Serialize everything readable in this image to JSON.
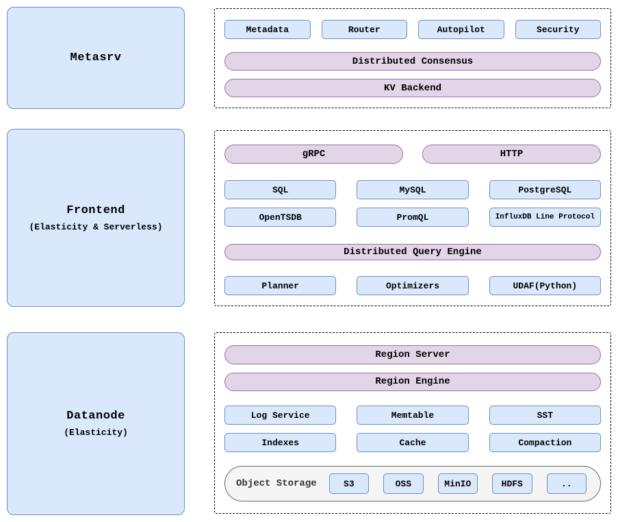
{
  "palette": {
    "blue_fill": "#dae8fc",
    "blue_stroke": "#6c8ebf",
    "purple_fill": "#e1d5e7",
    "purple_stroke": "#9673a6",
    "gray_fill": "#f5f5f5",
    "gray_stroke": "#666666",
    "gray_text": "#333333"
  },
  "metasrv": {
    "title": "Metasrv",
    "components": [
      "Metadata",
      "Router",
      "Autopilot",
      "Security"
    ],
    "consensus": "Distributed Consensus",
    "kv_backend": "KV Backend"
  },
  "frontend": {
    "title": "Frontend",
    "subtitle": "(Elasticity & Serverless)",
    "entries": [
      "gRPC",
      "HTTP"
    ],
    "protocols_row1": [
      "SQL",
      "MySQL",
      "PostgreSQL"
    ],
    "protocols_row2": [
      "OpenTSDB",
      "PromQL",
      "InfluxDB Line Protocol"
    ],
    "query_engine": "Distributed Query Engine",
    "query_components": [
      "Planner",
      "Optimizers",
      "UDAF(Python)"
    ]
  },
  "datanode": {
    "title": "Datanode",
    "subtitle": "(Elasticity)",
    "region_server": "Region Server",
    "region_engine": "Region Engine",
    "storage_row1": [
      "Log Service",
      "Memtable",
      "SST"
    ],
    "storage_row2": [
      "Indexes",
      "Cache",
      "Compaction"
    ],
    "object_storage": {
      "label": "Object Storage",
      "backends": [
        "S3",
        "OSS",
        "MinIO",
        "HDFS",
        ".."
      ]
    }
  }
}
